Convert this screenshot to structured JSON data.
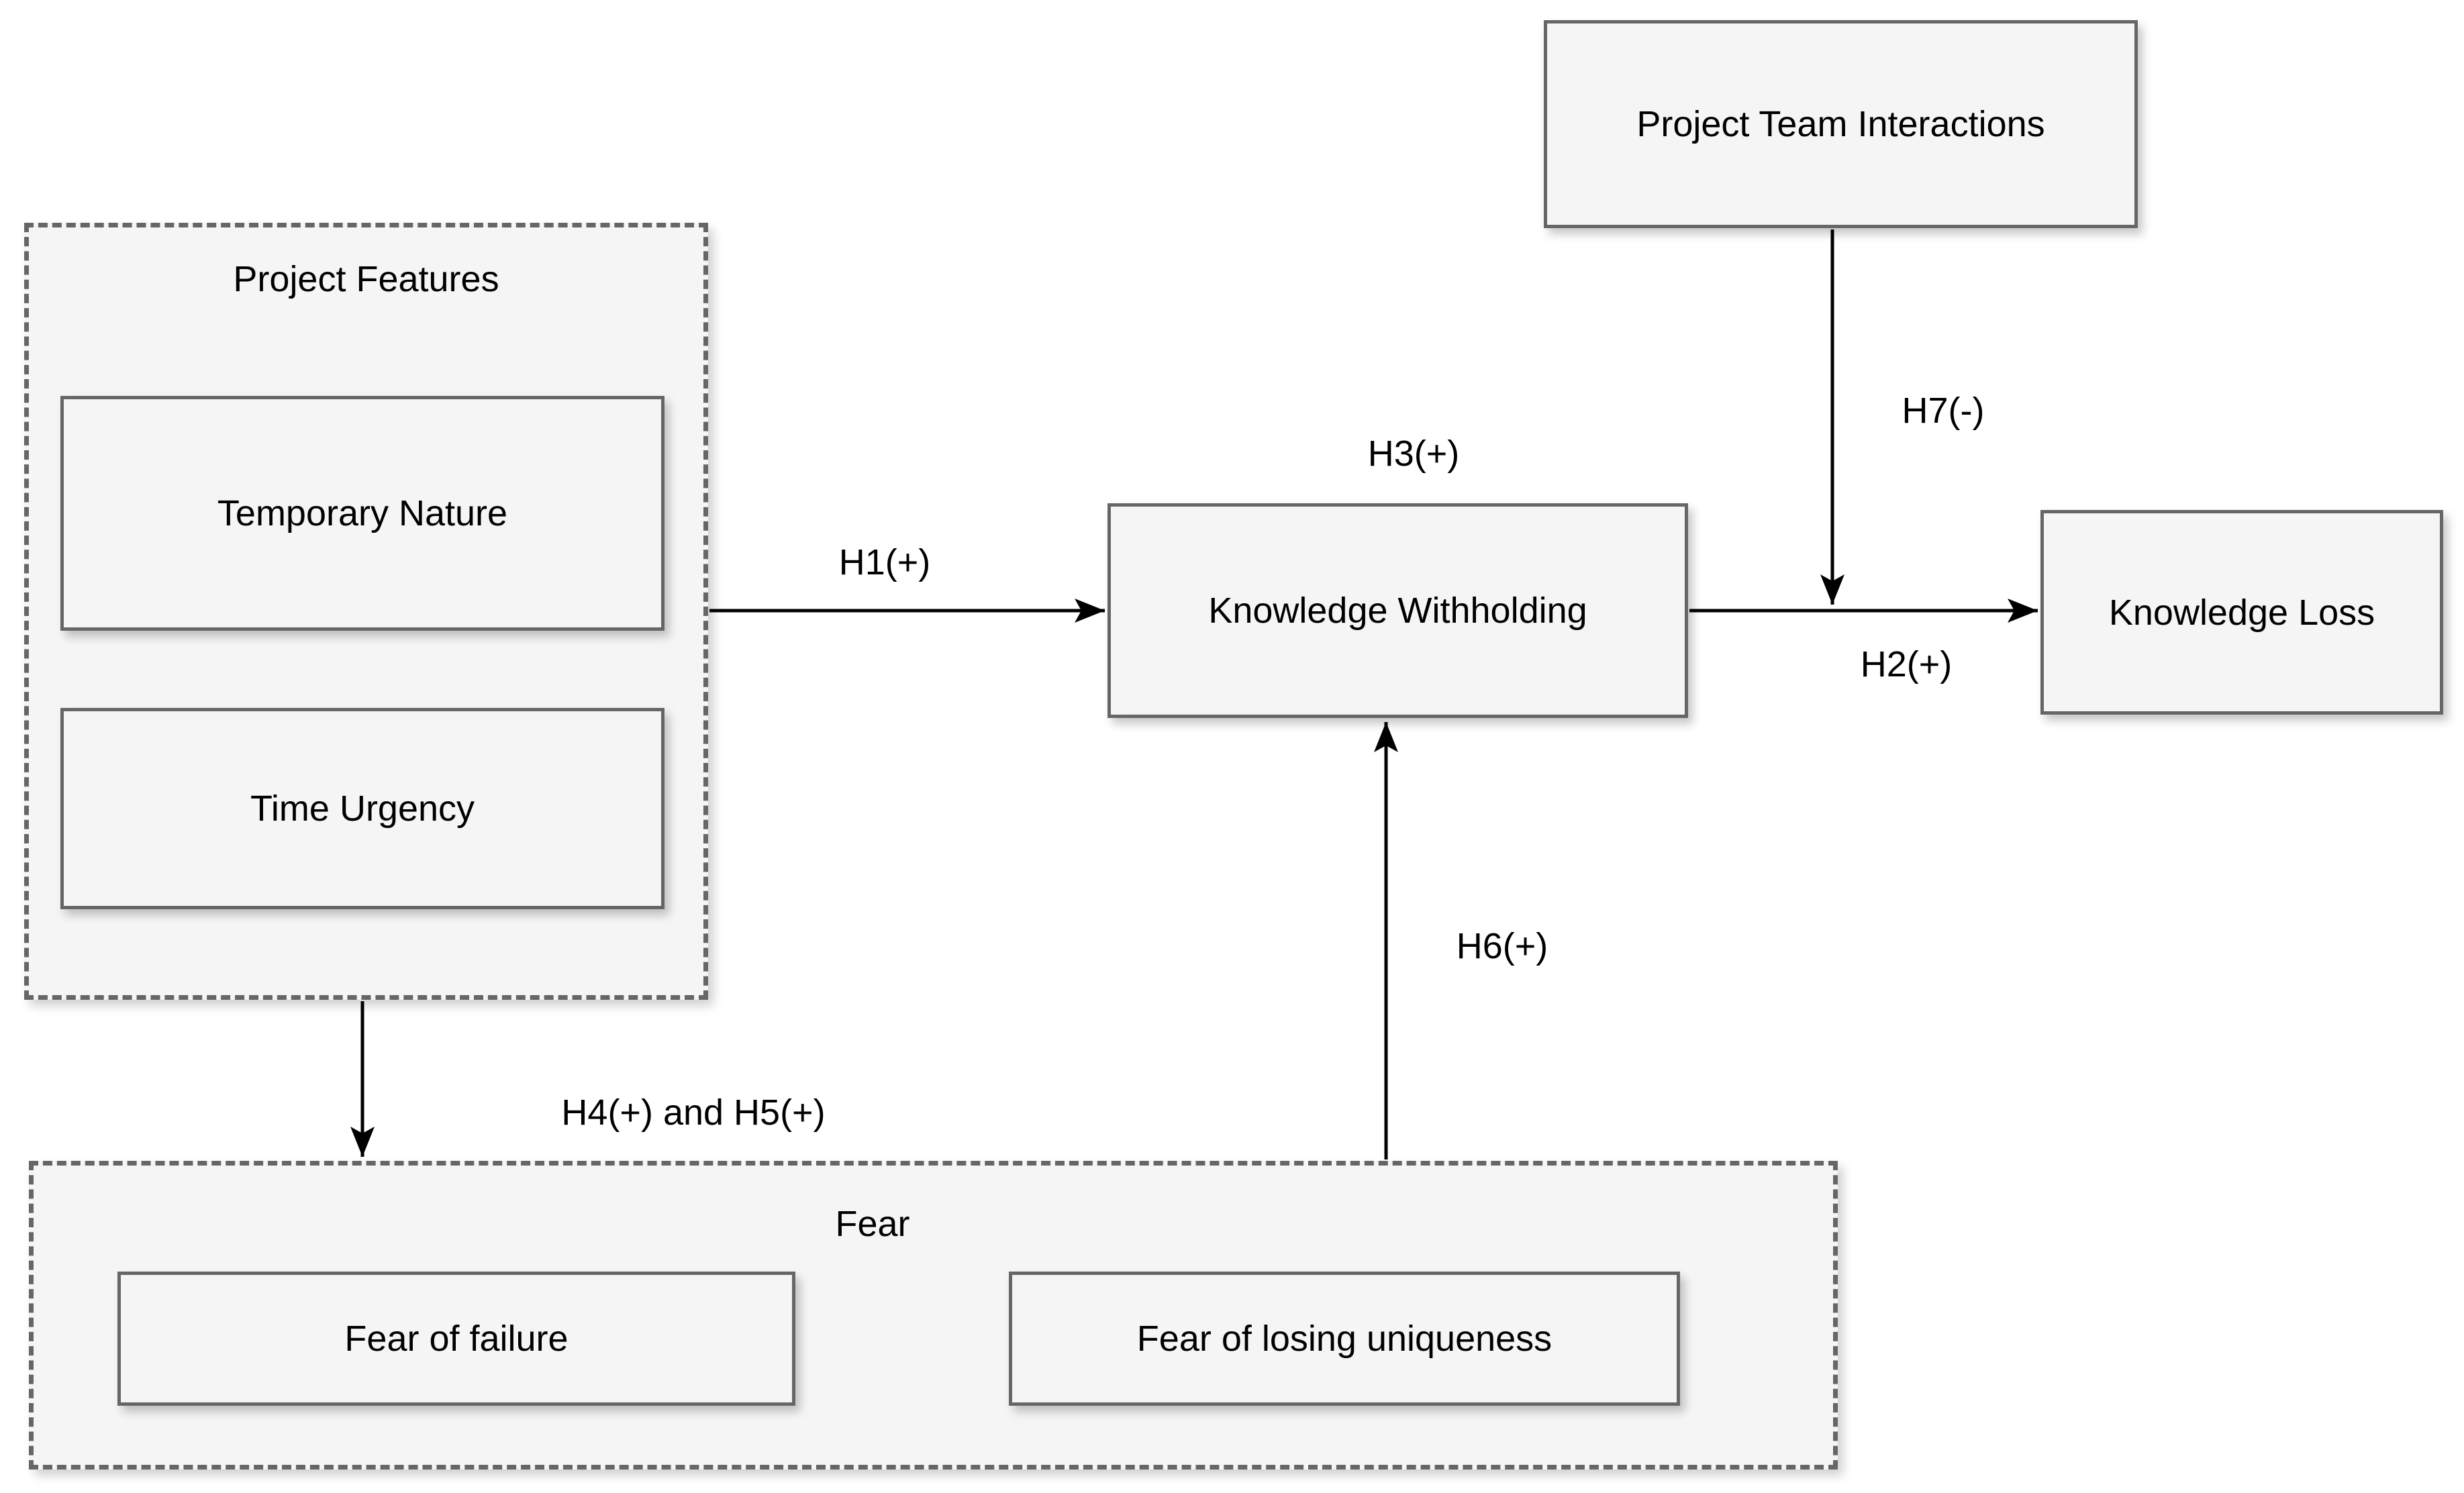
{
  "nodes": {
    "project_team_interactions": {
      "label": "Project Team Interactions"
    },
    "knowledge_withholding": {
      "label": "Knowledge Withholding"
    },
    "knowledge_loss": {
      "label": "Knowledge Loss"
    },
    "temporary_nature": {
      "label": "Temporary Nature"
    },
    "time_urgency": {
      "label": "Time Urgency"
    },
    "fear_of_failure": {
      "label": "Fear of failure"
    },
    "fear_of_losing_uniqueness": {
      "label": "Fear of losing uniqueness"
    }
  },
  "groups": {
    "project_features": {
      "label": "Project Features"
    },
    "fear": {
      "label": "Fear"
    }
  },
  "hypotheses": {
    "h1": {
      "label": "H1(+)"
    },
    "h2": {
      "label": "H2(+)"
    },
    "h3": {
      "label": "H3(+)"
    },
    "h4_h5": {
      "label": "H4(+) and H5(+)"
    },
    "h6": {
      "label": "H6(+)"
    },
    "h7": {
      "label": "H7(-)"
    }
  },
  "edges": [
    {
      "id": "h1",
      "from": "Project Features",
      "to": "Knowledge Withholding",
      "label": "H1(+)"
    },
    {
      "id": "h2",
      "from": "Knowledge Withholding",
      "to": "Knowledge Loss",
      "label": "H2(+)"
    },
    {
      "id": "h4_h5",
      "from": "Project Features",
      "to": "Fear",
      "label": "H4(+) and H5(+)"
    },
    {
      "id": "h6",
      "from": "Fear",
      "to": "Knowledge Withholding",
      "label": "H6(+)"
    },
    {
      "id": "h7",
      "from": "Project Team Interactions",
      "to": "Knowledge Withholding → Knowledge Loss arrow",
      "label": "H7(-)"
    }
  ],
  "colors": {
    "background": "#ffffff",
    "node_fill": "#f5f5f5",
    "border": "#666666",
    "arrow": "#000000",
    "text": "#000000"
  }
}
